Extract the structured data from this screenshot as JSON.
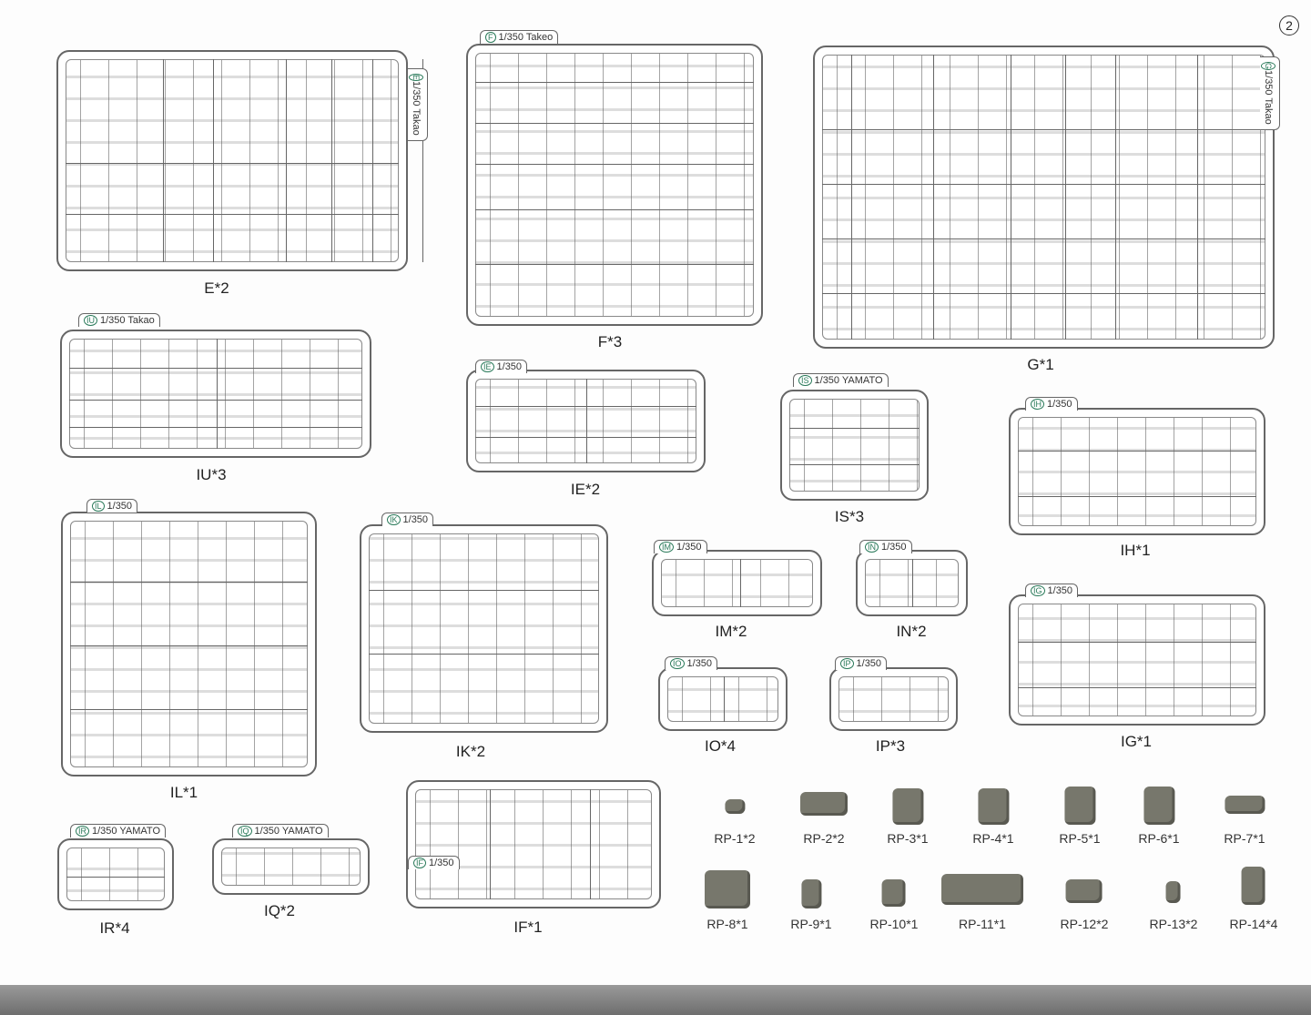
{
  "page_number": "2",
  "sprues": [
    {
      "id": "E",
      "tag": "1/350 Takao",
      "tag_letter": "E",
      "label": "E*2"
    },
    {
      "id": "F",
      "tag": "1/350 Takeo",
      "tag_letter": "F",
      "label": "F*3"
    },
    {
      "id": "G",
      "tag": "1/350 Takao",
      "tag_letter": "G",
      "label": "G*1"
    },
    {
      "id": "IU",
      "tag": "1/350 Takao",
      "tag_letter": "IU",
      "label": "IU*3"
    },
    {
      "id": "IE",
      "tag": "1/350",
      "tag_letter": "IE",
      "label": "IE*2"
    },
    {
      "id": "IS",
      "tag": "1/350 YAMATO",
      "tag_letter": "IS",
      "label": "IS*3"
    },
    {
      "id": "IH",
      "tag": "1/350",
      "tag_letter": "IH",
      "label": "IH*1"
    },
    {
      "id": "IL",
      "tag": "1/350",
      "tag_letter": "IL",
      "label": "IL*1"
    },
    {
      "id": "IK",
      "tag": "1/350",
      "tag_letter": "IK",
      "label": "IK*2"
    },
    {
      "id": "IM",
      "tag": "1/350",
      "tag_letter": "IM",
      "label": "IM*2"
    },
    {
      "id": "IN",
      "tag": "1/350",
      "tag_letter": "IN",
      "label": "IN*2"
    },
    {
      "id": "IO",
      "tag": "1/350",
      "tag_letter": "IO",
      "label": "IO*4"
    },
    {
      "id": "IP",
      "tag": "1/350",
      "tag_letter": "IP",
      "label": "IP*3"
    },
    {
      "id": "IG",
      "tag": "1/350",
      "tag_letter": "IG",
      "label": "IG*1"
    },
    {
      "id": "IR",
      "tag": "1/350 YAMATO",
      "tag_letter": "IR",
      "label": "IR*4"
    },
    {
      "id": "IQ",
      "tag": "1/350 YAMATO",
      "tag_letter": "IQ",
      "label": "IQ*2"
    },
    {
      "id": "IF",
      "tag": "1/350",
      "tag_letter": "IF",
      "label": "IF*1"
    }
  ],
  "resin_parts": [
    {
      "label": "RP-1*2"
    },
    {
      "label": "RP-2*2"
    },
    {
      "label": "RP-3*1"
    },
    {
      "label": "RP-4*1"
    },
    {
      "label": "RP-5*1"
    },
    {
      "label": "RP-6*1"
    },
    {
      "label": "RP-7*1"
    },
    {
      "label": "RP-8*1"
    },
    {
      "label": "RP-9*1"
    },
    {
      "label": "RP-10*1"
    },
    {
      "label": "RP-11*1"
    },
    {
      "label": "RP-12*2"
    },
    {
      "label": "RP-13*2"
    },
    {
      "label": "RP-14*4"
    }
  ]
}
